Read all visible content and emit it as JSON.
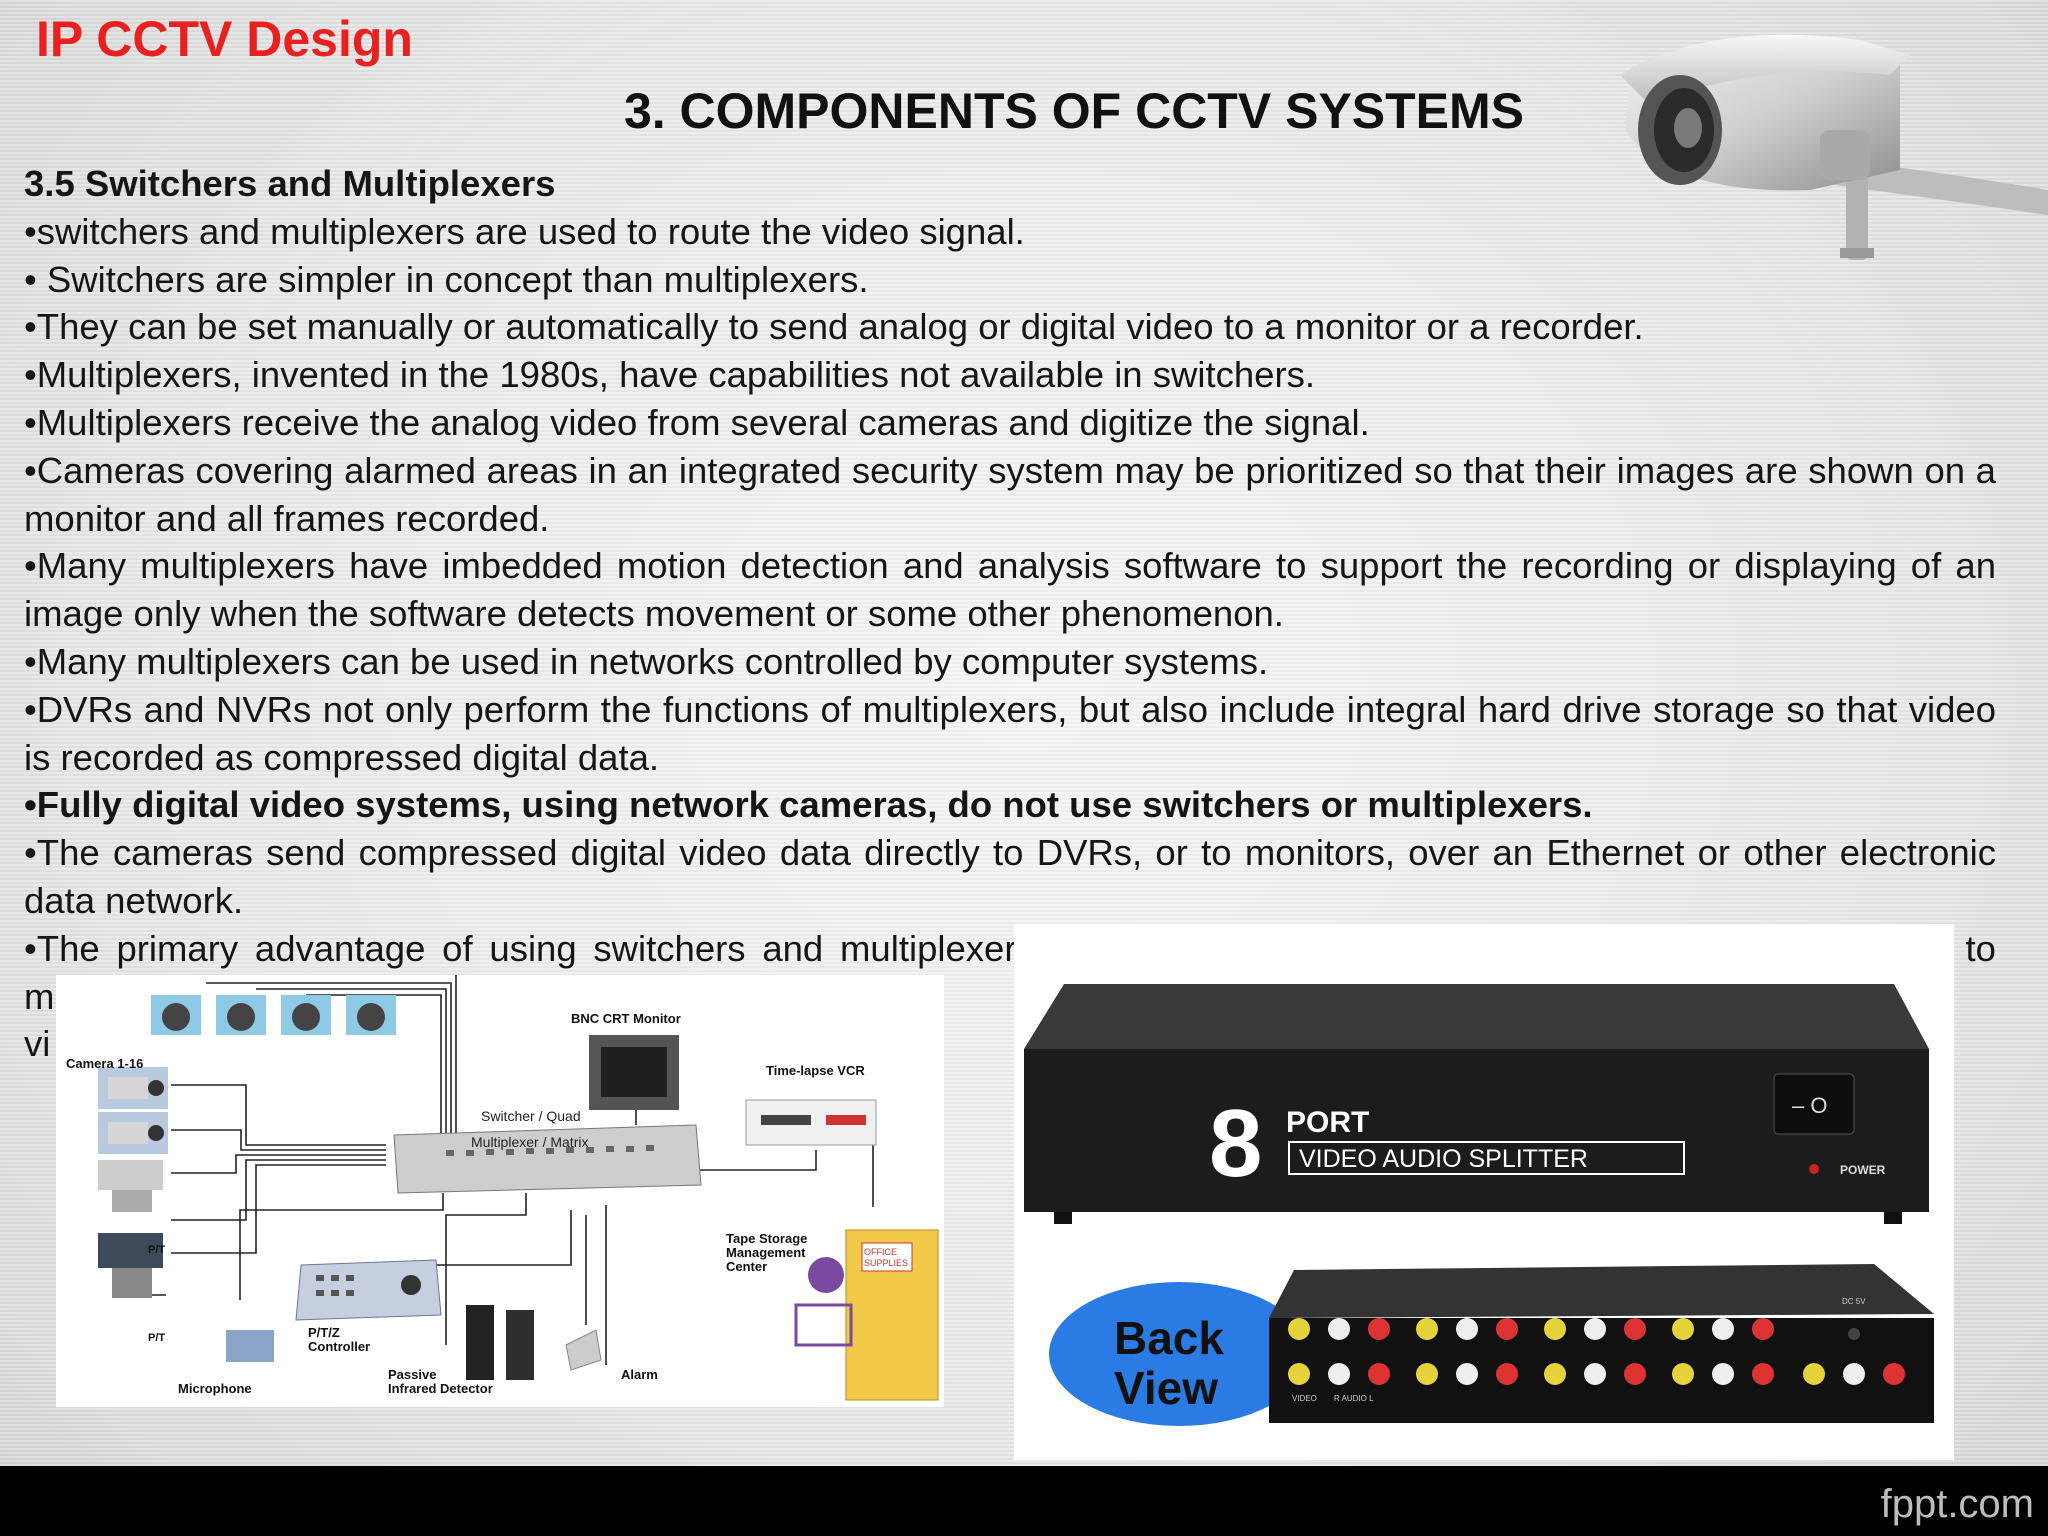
{
  "header": {
    "brand": "IP CCTV Design",
    "title": "3. COMPONENTS OF CCTV SYSTEMS"
  },
  "content": {
    "subhead": "3.5 Switchers and Multiplexers",
    "bullets": [
      "•switchers and multiplexers are used to route the video signal.",
      "• Switchers are simpler in concept than multiplexers.",
      "•They can be set manually or automatically to send analog or digital video to a monitor or a recorder.",
      "•Multiplexers, invented in the 1980s, have capabilities not available in switchers.",
      "•Multiplexers receive the analog video from several cameras and digitize the signal.",
      "•Cameras covering alarmed areas in an integrated security system may be prioritized so that their images are shown on a monitor and all frames recorded.",
      "•Many multiplexers have imbedded motion detection and analysis software to support the recording or displaying of an image only when the software detects movement or some other phenomenon.",
      "•Many multiplexers can be used in networks controlled by computer systems.",
      "•DVRs and NVRs not only perform the functions of multiplexers, but also include integral hard drive storage so that video is recorded as compressed digital data.",
      "•Fully digital video systems, using network cameras, do not use switchers or multiplexers.",
      "•The cameras send compressed digital video data directly to DVRs, or to monitors, over an Ethernet or other electronic data network.",
      "•The primary advantage of using switchers and multiplexers is that they reduce the amount of equipment needed to manage the video.",
      "vi"
    ]
  },
  "diagram": {
    "camera_label": "Camera 1-16",
    "monitor_label": "BNC CRT Monitor",
    "vcr_label": "Time-lapse VCR",
    "switcher_label_1": "Switcher / Quad",
    "switcher_label_2": "Multiplexer / Matrix",
    "tape_label_1": "Tape Storage",
    "tape_label_2": "Management",
    "tape_label_3": "Center",
    "office_label_1": "OFFICE",
    "office_label_2": "SUPPLIES",
    "pt_label": "P/T",
    "ptz_label_1": "P/T/Z",
    "ptz_label_2": "Controller",
    "microphone_label": "Microphone",
    "pir_label_1": "Passive",
    "pir_label_2": "Infrared Detector",
    "alarm_label": "Alarm"
  },
  "splitter": {
    "port_number": "8",
    "port_word": "PORT",
    "product": "VIDEO AUDIO SPLITTER",
    "power_label": "POWER",
    "switch_label": "– O",
    "back_label_1": "Back",
    "back_label_2": "View",
    "back_port_labels": [
      "VIDEO",
      "R AUDIO L"
    ],
    "dc_label": "DC 5V"
  },
  "footer": {
    "logo": "fppt.com"
  }
}
